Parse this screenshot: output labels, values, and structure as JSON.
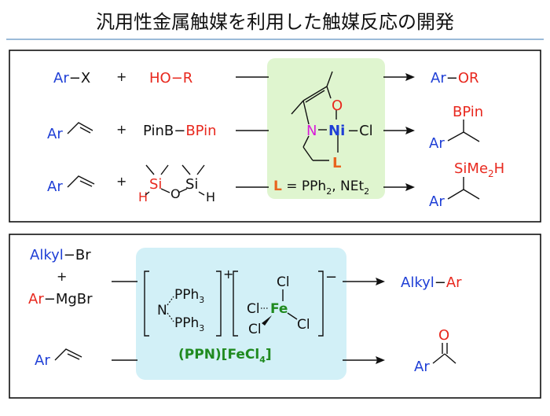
{
  "title": "汎用性金属触媒を利用した触媒反応の開発",
  "colors": {
    "blue": "#1f3fd6",
    "red": "#e8281e",
    "green": "#1f8a1f",
    "magenta": "#d81ad8",
    "orange": "#e8641e",
    "black": "#111111",
    "title_rule": "#9bbbd9",
    "box_green": "#dff5cf",
    "box_blue": "#d2f0f7"
  },
  "panel1": {
    "rows": [
      {
        "reactant1": {
          "ar": "Ar",
          "sep": "−",
          "x": "X"
        },
        "plus": "+",
        "reactant2": "HO−R",
        "product": {
          "ar": "Ar",
          "sep": "−",
          "or": "OR"
        }
      },
      {
        "reactant1": "Ar",
        "plus": "+",
        "reactant2": {
          "a": "PinB",
          "sep": "−",
          "b": "BPin"
        },
        "product": {
          "group": "BPin",
          "ar": "Ar"
        }
      },
      {
        "reactant1": "Ar",
        "plus": "+",
        "reactant2": {
          "si1": "Si",
          "si2": "Si",
          "o": "O",
          "h1": "H",
          "h2": "H"
        },
        "product": {
          "group": "SiMe",
          "group_sub": "2",
          "group_tail": "H",
          "ar": "Ar"
        }
      }
    ],
    "catalyst": {
      "o": "O",
      "n": "N",
      "ni": "Ni",
      "cl": "−Cl",
      "l": "L",
      "legend": {
        "l": "L",
        "eq": " = PPh",
        "sub1": "2",
        "mid": ", NEt",
        "sub2": "2"
      }
    }
  },
  "panel2": {
    "rows": [
      {
        "reactant_top": {
          "alkyl": "Alkyl",
          "sep": "−",
          "br": "Br"
        },
        "plus": "+",
        "reactant_bottom": {
          "ar": "Ar",
          "sep": "−",
          "mgbr": "MgBr"
        },
        "product": {
          "alkyl": "Alkyl",
          "sep": "−",
          "ar": "Ar"
        }
      },
      {
        "reactant": "Ar",
        "product": {
          "ar": "Ar",
          "o": "O"
        }
      }
    ],
    "catalyst": {
      "cation": {
        "n": "N",
        "p1": "PPh",
        "p1_sub": "3",
        "p2": "PPh",
        "p2_sub": "3",
        "charge": "+"
      },
      "anion": {
        "fe": "Fe",
        "cl_top": "Cl",
        "cl_left": "Cl",
        "cl_right": "Cl",
        "cl_bottom": "Cl",
        "charge": "−"
      },
      "name": {
        "prefix": "(PPN)[FeCl",
        "sub": "4",
        "suffix": "]"
      }
    }
  }
}
